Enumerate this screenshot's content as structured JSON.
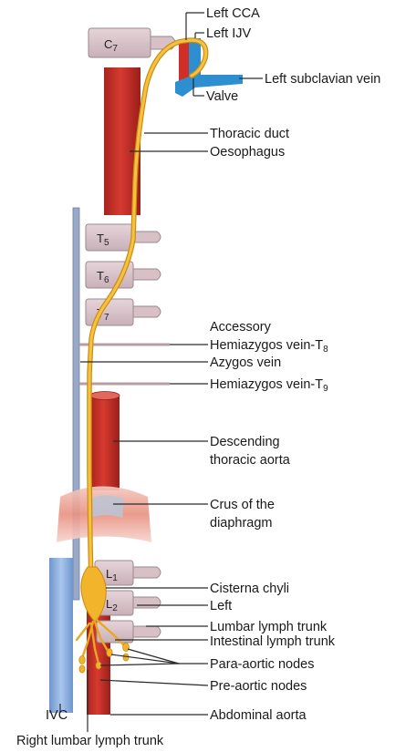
{
  "vertebrae": {
    "c7": {
      "main": "C",
      "sub": "7"
    },
    "t5": {
      "main": "T",
      "sub": "5"
    },
    "t6": {
      "main": "T",
      "sub": "6"
    },
    "t7": {
      "main": "T",
      "sub": "7"
    },
    "l1": {
      "main": "L",
      "sub": "1"
    },
    "l2": {
      "main": "L",
      "sub": "2"
    }
  },
  "labels": {
    "left_cca": "Left CCA",
    "left_ijv": "Left IJV",
    "left_subclavian_vein": "Left subclavian vein",
    "valve": "Valve",
    "thoracic_duct": "Thoracic duct",
    "oesophagus": "Oesophagus",
    "accessory": "Accessory",
    "hemiazygos_t8_main": "Hemiazygos vein-T",
    "hemiazygos_t8_sub": "8",
    "azygos_vein": "Azygos vein",
    "hemiazygos_t9_main": "Hemiazygos vein-T",
    "hemiazygos_t9_sub": "9",
    "descending_line1": "Descending",
    "descending_line2": "thoracic aorta",
    "crus_line1": "Crus of the",
    "crus_line2": "diaphragm",
    "cisterna_chyli": "Cisterna chyli",
    "left": "Left",
    "lumbar_lymph_trunk": "Lumbar lymph trunk",
    "intestinal_lymph_trunk": "Intestinal lymph trunk",
    "para_aortic_nodes": "Para-aortic nodes",
    "pre_aortic_nodes": "Pre-aortic nodes",
    "ivc": "IVC",
    "abdominal_aorta": "Abdominal aorta",
    "right_lumbar_lymph_trunk": "Right lumbar lymph trunk"
  },
  "colors": {
    "aorta": "#c9302a",
    "aorta_light": "#e06a5f",
    "duct": "#f2b42a",
    "duct_dark": "#c98a12",
    "vein_blue": "#2e8fd0",
    "ivc_blue": "#8fb3e0",
    "bone": "#d8c2c8",
    "bone_edge": "#9c8890",
    "azygos_blue": "#9aa9c8"
  }
}
